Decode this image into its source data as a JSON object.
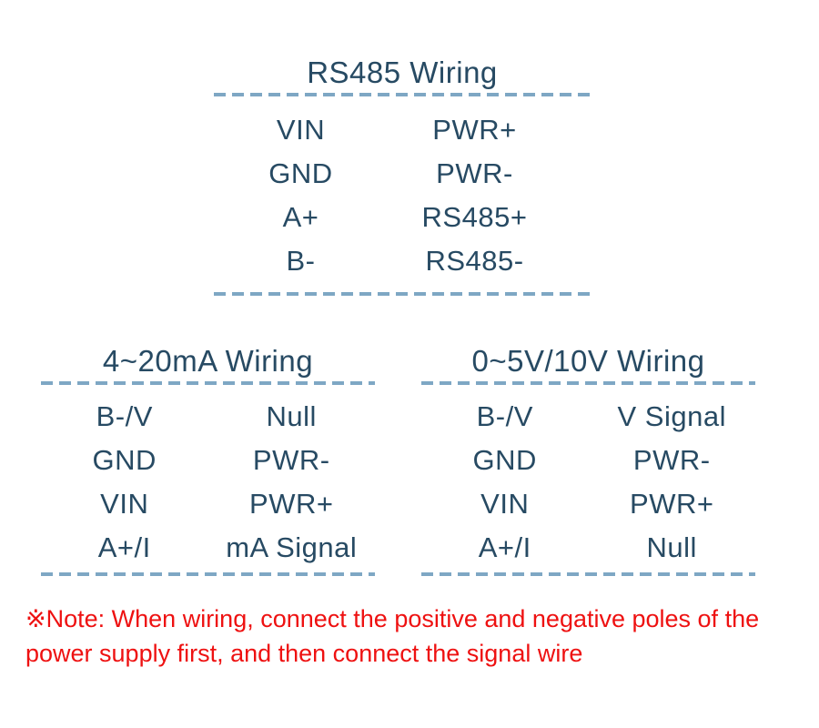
{
  "colors": {
    "text": "#274a63",
    "dash": "#7ea7c4",
    "note_red": "#ee1111",
    "background": "#ffffff"
  },
  "tables": [
    {
      "title": "RS485 Wiring",
      "rows": [
        [
          "VIN",
          "PWR+"
        ],
        [
          "GND",
          "PWR-"
        ],
        [
          "A+",
          "RS485+"
        ],
        [
          "B-",
          "RS485-"
        ]
      ]
    },
    {
      "title": "4~20mA Wiring",
      "rows": [
        [
          "B-/V",
          "Null"
        ],
        [
          "GND",
          "PWR-"
        ],
        [
          "VIN",
          "PWR+"
        ],
        [
          "A+/I",
          "mA Signal"
        ]
      ]
    },
    {
      "title": "0~5V/10V Wiring",
      "rows": [
        [
          "B-/V",
          "V Signal"
        ],
        [
          "GND",
          "PWR-"
        ],
        [
          "VIN",
          "PWR+"
        ],
        [
          "A+/I",
          "Null"
        ]
      ]
    }
  ],
  "note": {
    "lines": [
      "※Note: When wiring, connect the positive and negative poles of the",
      "power supply first, and then connect the signal wire"
    ]
  }
}
